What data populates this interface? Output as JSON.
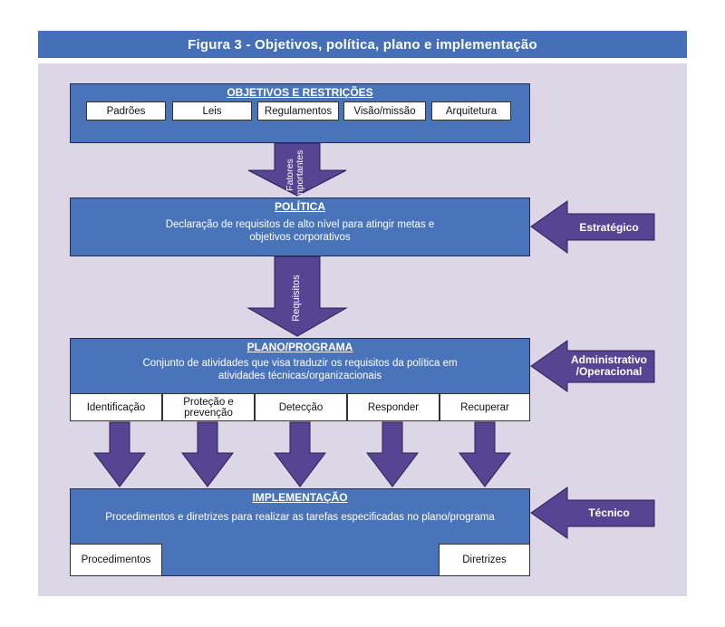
{
  "title": "Figura 3 - Objetivos, política, plano e implementação",
  "objetivos": {
    "title": "OBJETIVOS E RESTRIÇÕES",
    "items": [
      "Padrões",
      "Leis",
      "Regulamentos",
      "Visão/missão",
      "Arquitetura"
    ]
  },
  "arrow_fatores": "Fatores importantes",
  "politica": {
    "title": "POLÍTICA",
    "description": "Declaração de requisitos de alto nível para atingir metas e objetivos corporativos"
  },
  "arrow_requisitos": "Requisitos",
  "plano": {
    "title": "PLANO/PROGRAMA",
    "description": "Conjunto de atividades que visa traduzir os requisitos da política em atividades técnicas/organizacionais",
    "items": [
      "Identificação",
      "Proteção e prevenção",
      "Detecção",
      "Responder",
      "Recuperar"
    ]
  },
  "implementacao": {
    "title": "IMPLEMENTAÇÃO",
    "description": "Procedimentos e diretrizes para realizar as tarefas especificadas no plano/programa",
    "items": [
      "Procedimentos",
      "Diretrizes"
    ]
  },
  "levels": {
    "estrategico": "Estratégico",
    "administrativo": "Administrativo /Operacional",
    "tecnico": "Técnico"
  },
  "colors": {
    "title_bar": "#4570b8",
    "panel": "#dcd6e6",
    "box": "#4a74ba",
    "arrow": "#574594"
  }
}
